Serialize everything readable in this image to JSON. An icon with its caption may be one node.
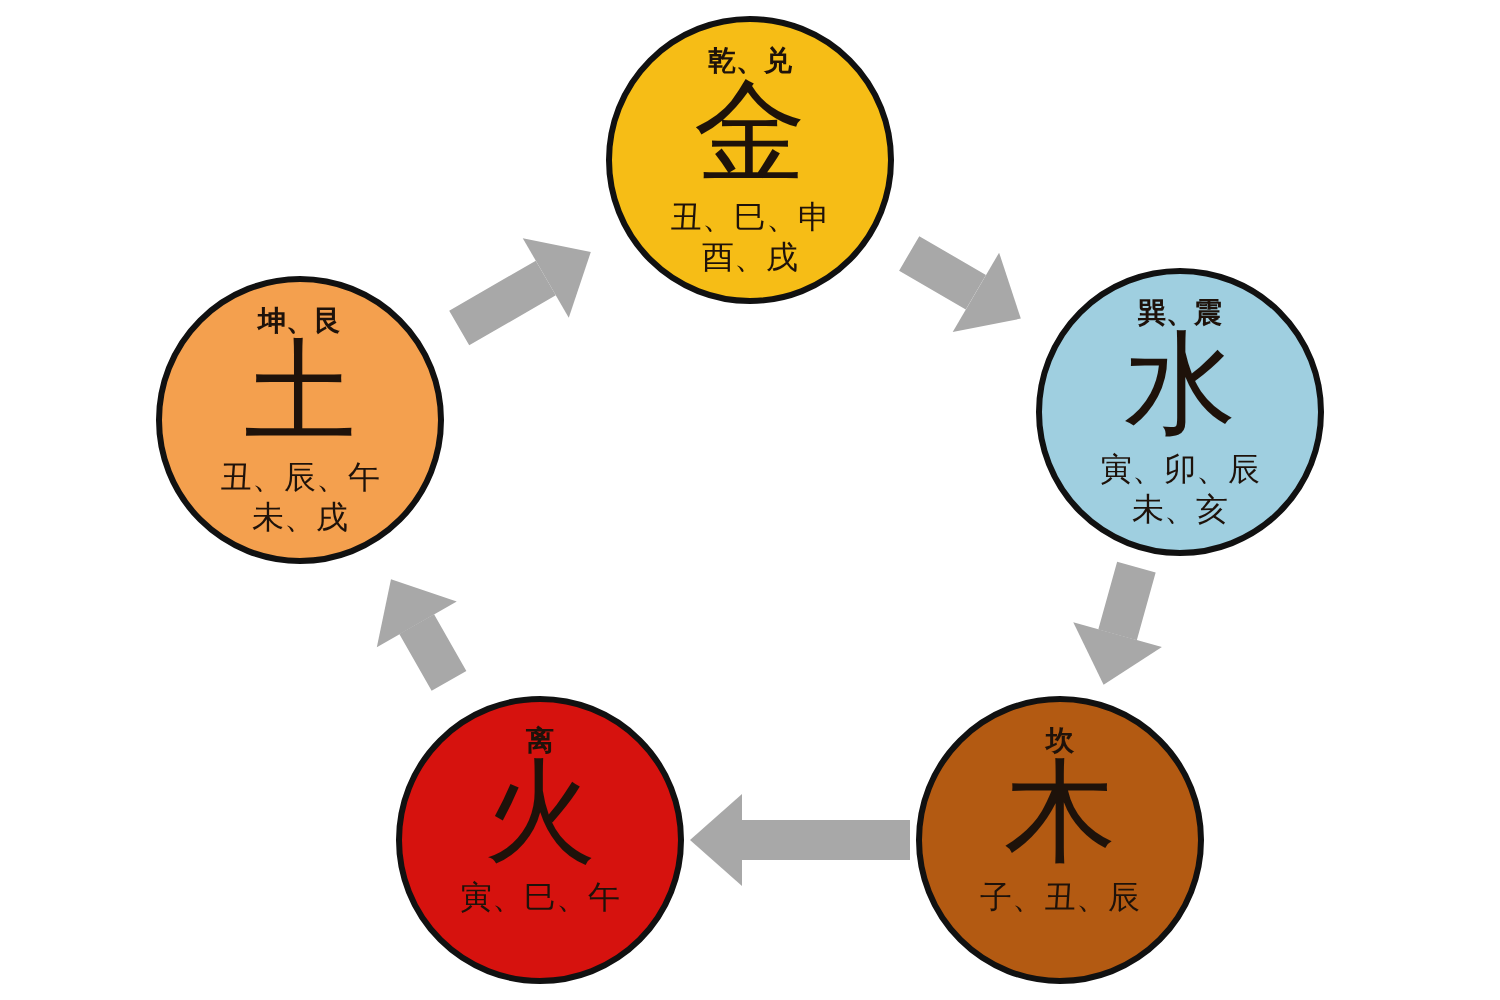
{
  "diagram": {
    "nodes": [
      {
        "text": [
          "乾、兑",
          "金",
          "丑、巳、申酉、戌"
        ]
      },
      {
        "text": [
          "巽、震",
          "水",
          "寅、卯、辰未、亥"
        ]
      },
      {
        "text": [
          "坎",
          "木",
          "子、丑、辰"
        ]
      },
      {
        "text": [
          "离",
          "火",
          "寅、巳、午"
        ]
      },
      {
        "text": [
          "坤、艮",
          "土",
          "丑、辰、午未、戌"
        ]
      }
    ],
    "edges": [
      {
        "from": 0,
        "to": 1,
        "arrow": "to"
      },
      {
        "from": 1,
        "to": 2,
        "arrow": "to"
      },
      {
        "from": 2,
        "to": 3,
        "arrow": "to"
      },
      {
        "from": 3,
        "to": 4,
        "arrow": "to"
      },
      {
        "from": 4,
        "to": 0,
        "arrow": "to"
      }
    ]
  }
}
